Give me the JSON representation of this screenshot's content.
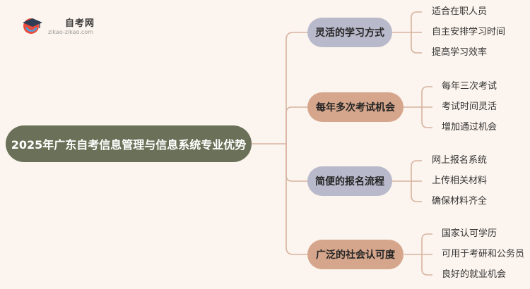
{
  "logo": {
    "title": "自考网",
    "url": "zikao-zikao.com"
  },
  "root": {
    "label": "2025年广东自考信息管理与信息系统专业优势"
  },
  "branches": [
    {
      "label": "灵活的学习方式",
      "color": "#b8b9cb",
      "items": [
        "适合在职人员",
        "自主安排学习时间",
        "提高学习效率"
      ]
    },
    {
      "label": "每年多次考试机会",
      "color": "#d6a68c",
      "items": [
        "每年三次考试",
        "考试时间灵活",
        "增加通过机会"
      ]
    },
    {
      "label": "简便的报名流程",
      "color": "#b8b9cb",
      "items": [
        "网上报名系统",
        "上传相关材料",
        "确保材料齐全"
      ]
    },
    {
      "label": "广泛的社会认可度",
      "color": "#d6a68c",
      "items": [
        "国家认可学历",
        "可用于考研和公务员",
        "良好的就业机会"
      ]
    }
  ],
  "colors": {
    "background": "#fcf4ee",
    "root": "#6b7158",
    "connector": "#d7b39f"
  }
}
